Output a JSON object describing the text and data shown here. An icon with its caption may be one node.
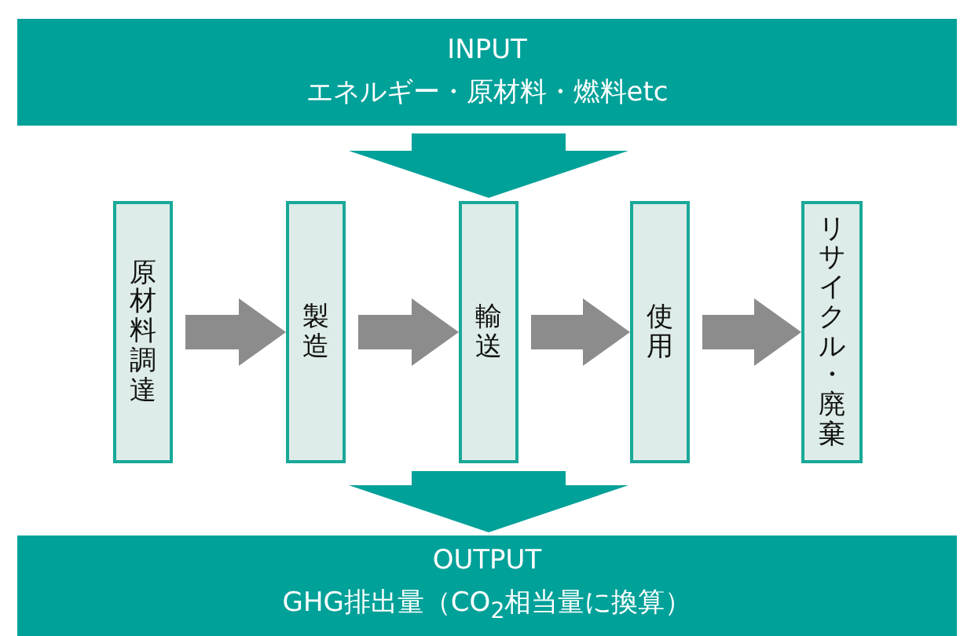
{
  "diagram": {
    "nodes": [
      {
        "text": [
          "INPUT",
          "エネルギー・原材料・燃料etc"
        ]
      },
      {
        "text": [
          "原材料調達"
        ]
      },
      {
        "text": [
          "製造"
        ]
      },
      {
        "text": [
          "輸送"
        ]
      },
      {
        "text": [
          "使用"
        ]
      },
      {
        "text": [
          "リサイクル・廃棄"
        ]
      },
      {
        "text": [
          "OUTPUT",
          "GHG排出量（CO$_{2}$相当量に換算）"
        ]
      }
    ],
    "edges": [
      {
        "from": 0,
        "to": 3,
        "arrow": "to",
        "color": "#00a199"
      },
      {
        "from": 1,
        "to": 2,
        "arrow": "to"
      },
      {
        "from": 2,
        "to": 3,
        "arrow": "to"
      },
      {
        "from": 3,
        "to": 4,
        "arrow": "to"
      },
      {
        "from": 4,
        "to": 5,
        "arrow": "to"
      },
      {
        "from": 3,
        "to": 6,
        "arrow": "to",
        "color": "#00a199"
      }
    ]
  }
}
